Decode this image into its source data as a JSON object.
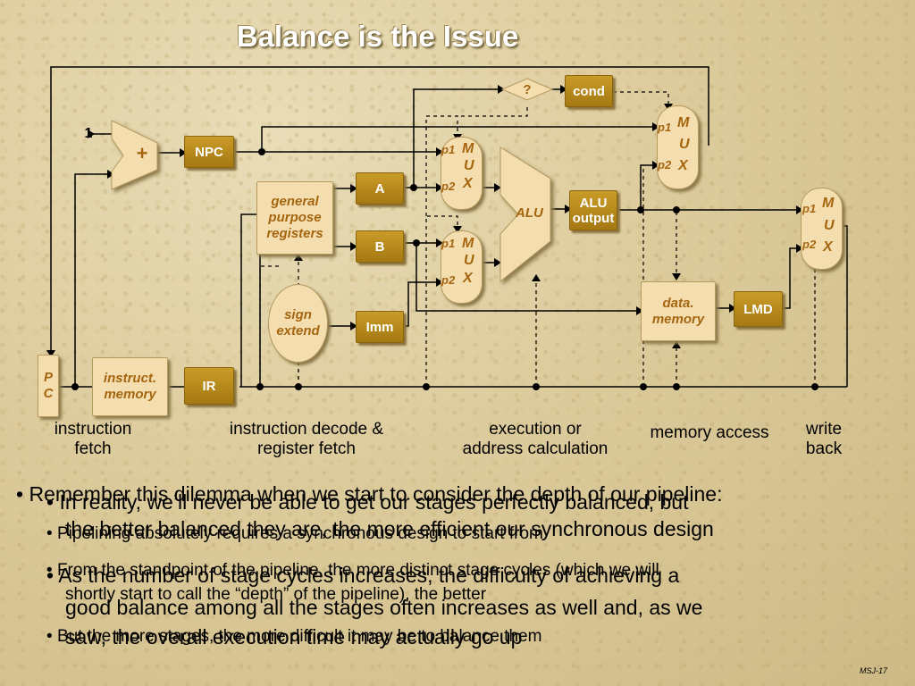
{
  "title": "Balance is the Issue",
  "blocks": {
    "pc": "P\nC",
    "instr_memory": "instruct.\nmemory",
    "ir": "IR",
    "npc": "NPC",
    "gpr": "general\npurpose\nregisters",
    "a": "A",
    "b": "B",
    "imm": "Imm",
    "sign_extend": "sign\nextend",
    "alu": "ALU",
    "alu_output": "ALU\noutput",
    "data_memory": "data.\nmemory",
    "lmd": "LMD",
    "cond": "cond",
    "question": "?",
    "adder_plus": "+",
    "one": "1"
  },
  "mux": {
    "p1": "p1",
    "p2": "p2",
    "m": "M",
    "u": "U",
    "x": "X"
  },
  "stages": [
    "instruction\nfetch",
    "instruction decode &\nregister fetch",
    "execution or\naddress calculation",
    "memory access",
    "write\nback"
  ],
  "bullets": [
    "Remember this dilemma when we start to consider the depth of our pipeline:",
    "In reality, we’ll never be able to get our stages perfectly balanced, but",
    "the better balanced they are, the more efficient our synchronous design",
    "Pipelining absolutely requires a synchronous design to start from",
    "As the number of stage cycles increases, the difficulty of achieving a",
    "From the standpoint of the pipeline, the more distinct stage cycles (which we will",
    "shortly start to call the “depth” of the pipeline), the better",
    "good balance among all the stages often increases as well and, as we",
    "saw, the overall execution time may actually go up",
    "But the more stages, the more difficult it may be to balance them"
  ],
  "footer": "MSJ-17"
}
